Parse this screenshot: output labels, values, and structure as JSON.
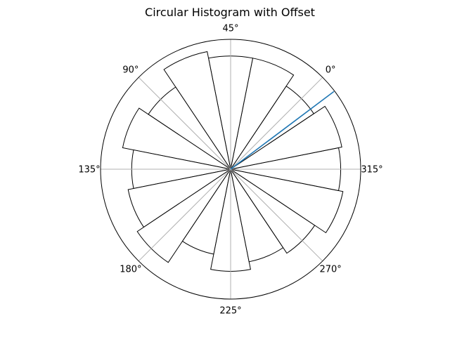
{
  "chart_data": {
    "type": "polar-bar",
    "title": "Circular Histogram with Offset",
    "angle_tick_labels": [
      "0°",
      "45°",
      "90°",
      "135°",
      "180°",
      "225°",
      "270°",
      "315°"
    ],
    "theta_offset_deg": 45,
    "theta_direction": "counterclockwise",
    "bins": 16,
    "bin_centers_deg": [
      0,
      22.5,
      45,
      67.5,
      90,
      112.5,
      135,
      157.5,
      180,
      202.5,
      225,
      247.5,
      270,
      292.5,
      315,
      337.5
    ],
    "values": [
      0.9,
      1.02,
      1.02,
      1.08,
      0.89,
      0.99,
      0.89,
      0.94,
      1.01,
      0.78,
      0.92,
      0.85,
      0.91,
      1.03,
      0.99,
      1.02
    ],
    "rmax": 1.17,
    "grid": true,
    "highlight_line": {
      "angle_deg": 352,
      "color": "#1f77b4"
    },
    "colors": {
      "bar_fill": "#ffffff",
      "bar_edge": "#000000",
      "grid": "#b0b0b0",
      "frame": "#000000"
    }
  }
}
